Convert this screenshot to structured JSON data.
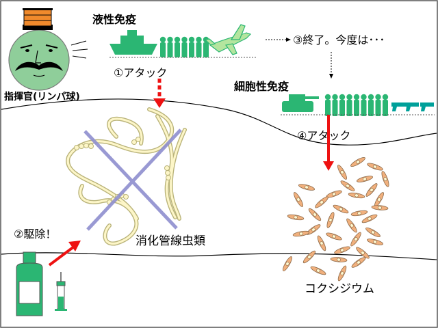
{
  "commander": {
    "label": "指揮官(リンパ球)"
  },
  "humoral": {
    "title": "液性免疫",
    "attack": "①アタック"
  },
  "step2": {
    "label": "②駆除！"
  },
  "step3": {
    "label": "③終了。今度は･･･"
  },
  "cellular": {
    "title": "細胞性免疫",
    "attack": "④アタック"
  },
  "nematode": {
    "label": "消化管線虫類"
  },
  "coccidium": {
    "label": "コクシジウム"
  },
  "colors": {
    "green": "#2bb673",
    "teal": "#00a09a",
    "face": "#8fce9a",
    "hat": "#f08a2c",
    "arrow_red": "#ee1111",
    "cross": "#8f8fcf",
    "worm_fill": "#fdf6c8",
    "worm_stroke": "#b9b37a",
    "coccidia": "#f1b07d"
  }
}
